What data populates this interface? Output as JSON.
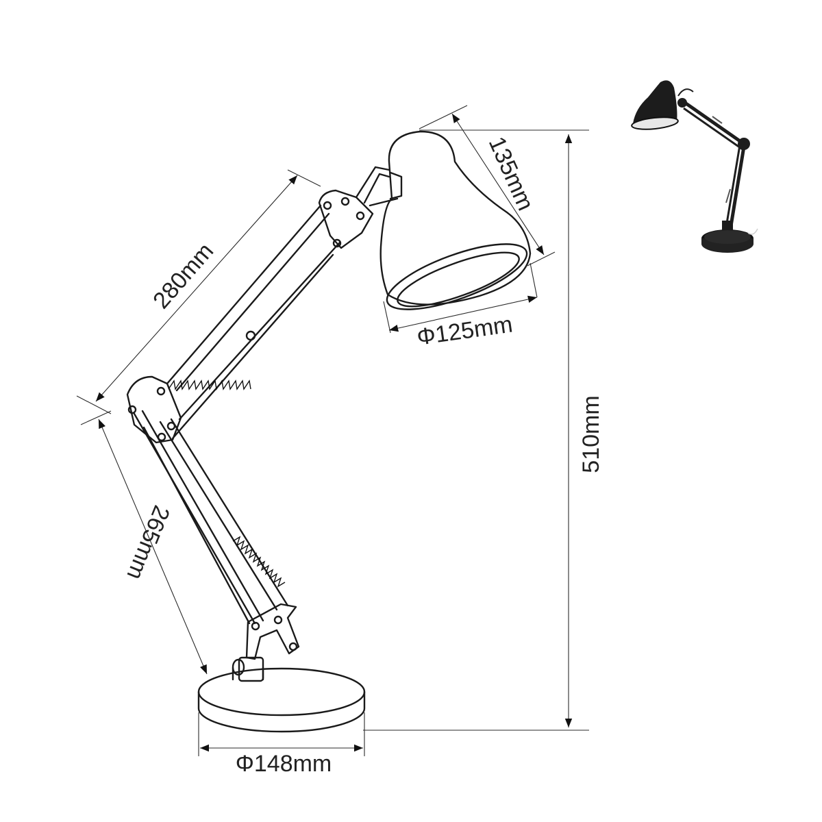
{
  "dimensions": {
    "arm_upper": "280mm",
    "arm_lower": "265mm",
    "shade_depth": "135mm",
    "shade_diameter": "Φ125mm",
    "total_height": "510mm",
    "base_diameter": "Φ148mm"
  },
  "colors": {
    "line": "#1a1a1a",
    "photo_lamp": "#1e1e1e"
  }
}
